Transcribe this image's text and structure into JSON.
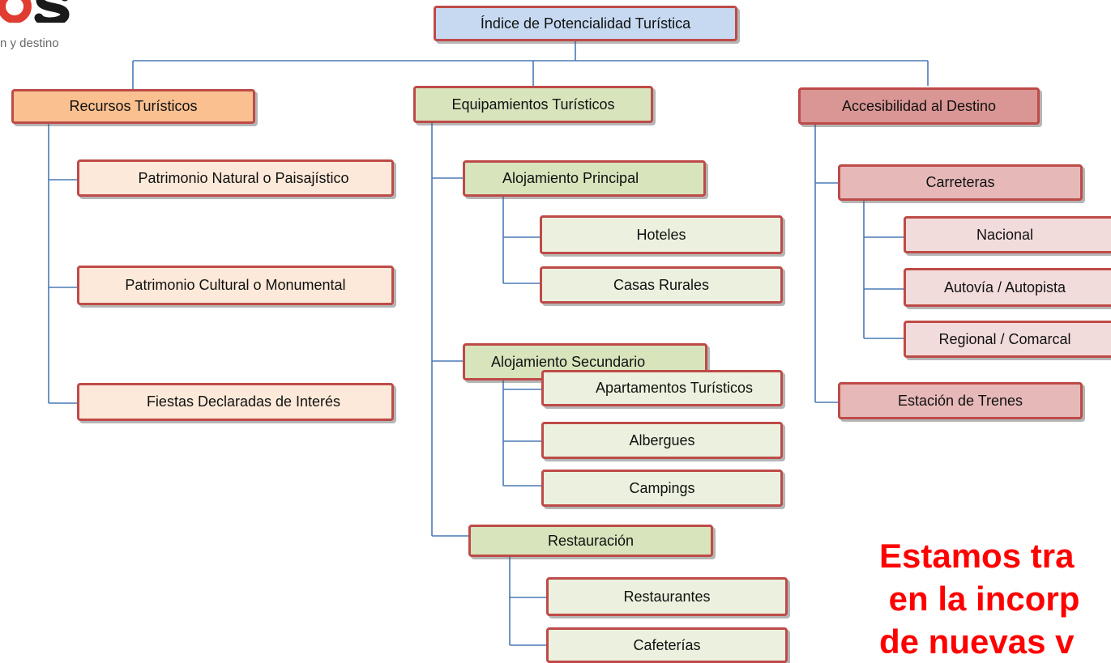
{
  "logo": {
    "mark_text": "OS",
    "tagline": "n y destino",
    "accent": "#e03c31"
  },
  "root": "Índice de Potencialidad Turística",
  "recursos": {
    "title": "Recursos Turísticos",
    "items": [
      "Patrimonio Natural o Paisajístico",
      "Patrimonio Cultural o Monumental",
      "Fiestas Declaradas de Interés"
    ]
  },
  "equipamientos": {
    "title": "Equipamientos Turísticos",
    "principal": {
      "title": "Alojamiento Principal",
      "items": [
        "Hoteles",
        "Casas Rurales"
      ]
    },
    "secundario": {
      "title": "Alojamiento Secundario",
      "items": [
        "Apartamentos Turísticos",
        "Albergues",
        "Campings"
      ]
    },
    "restauracion": {
      "title": "Restauración",
      "items": [
        "Restaurantes",
        "Cafeterías"
      ]
    }
  },
  "accesibilidad": {
    "title": "Accesibilidad al Destino",
    "carreteras": {
      "title": "Carreteras",
      "items": [
        "Nacional",
        "Autovía / Autopista",
        "Regional / Comarcal"
      ]
    },
    "trenes": "Estación de Trenes"
  },
  "callout": {
    "lines": [
      "Estamos tra",
      " en la incorp",
      "de nuevas v"
    ],
    "color": "#ff0000"
  },
  "colors": {
    "border": "#be4b48",
    "connector": "#4a7ab5",
    "root_fill": "#c6d9f1",
    "recursos_fill": "#fac090",
    "recursos_item_fill": "#fde9d9",
    "equipamientos_fill": "#d7e4bc",
    "equipamientos_item_fill": "#ebf1de",
    "accesibilidad_fill": "#d99694",
    "accesibilidad_sub_fill": "#e6b9b8",
    "accesibilidad_item_fill": "#f2dcdb"
  }
}
